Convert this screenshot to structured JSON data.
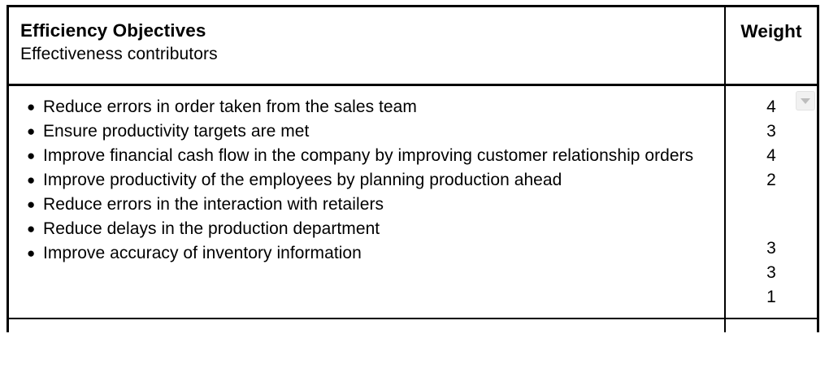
{
  "table": {
    "header": {
      "title": "Efficiency Objectives",
      "subtitle": "Effectiveness contributors",
      "weight_label": "Weight"
    },
    "bullet_glyph": "●",
    "rows": [
      {
        "objective": "Reduce errors in order taken from the sales team",
        "weight": "4"
      },
      {
        "objective": "Ensure productivity targets are met",
        "weight": "3"
      },
      {
        "objective": "Improve financial  cash flow in the company by improving customer relationship orders",
        "weight": "4"
      },
      {
        "objective": "Improve productivity of the employees by planning production ahead",
        "weight": "2"
      },
      {
        "objective": "Reduce errors in the interaction with retailers",
        "weight": "3"
      },
      {
        "objective": "Reduce delays in the production department",
        "weight": "3"
      },
      {
        "objective": "Improve accuracy of inventory information",
        "weight": "1"
      }
    ]
  },
  "controls": {
    "dropdown_icon": "chevron-down-icon"
  },
  "colors": {
    "border": "#000000",
    "text": "#000000",
    "page_background": "#ffffff",
    "button_face": "#f1f1f1",
    "button_glyph": "#bdbdbd"
  }
}
